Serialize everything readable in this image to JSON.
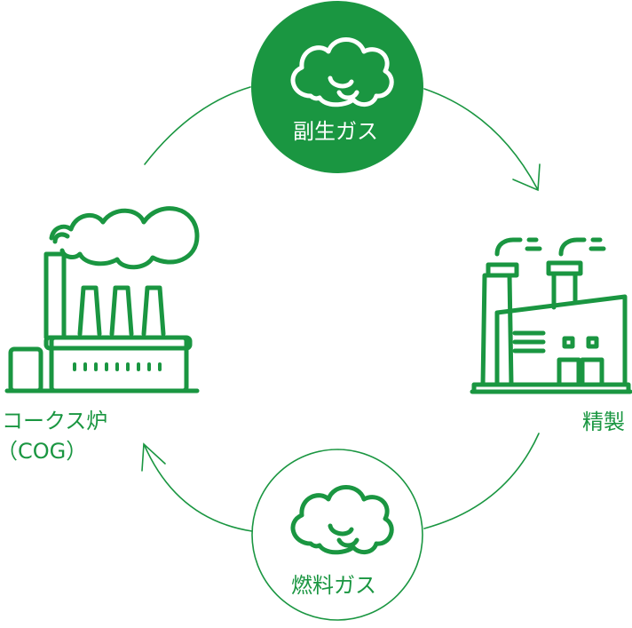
{
  "colors": {
    "accent": "#1a9641",
    "on_accent": "#ffffff"
  },
  "nodes": {
    "byproduct_gas": {
      "label": "副生ガス",
      "icon": "cloud-icon"
    },
    "refining": {
      "label": "精製",
      "icon": "factory-icon"
    },
    "fuel_gas": {
      "label": "燃料ガス",
      "icon": "cloud-icon"
    },
    "coke_oven": {
      "label_line1": "コークス炉",
      "label_line2": "（COG）",
      "icon": "coke-oven-icon"
    }
  }
}
